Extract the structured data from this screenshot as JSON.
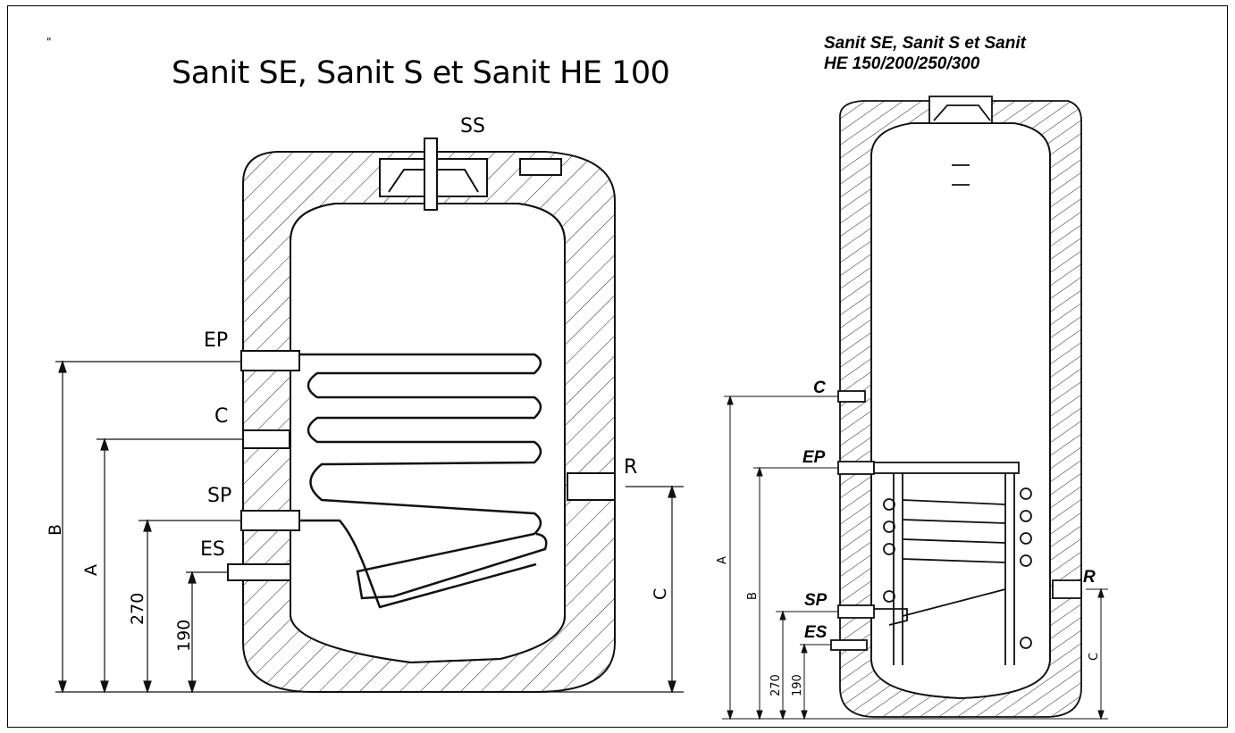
{
  "mark": "\"",
  "left_diagram": {
    "title": "Sanit SE, Sanit S et Sanit HE 100",
    "labels": {
      "ss": "SS",
      "ep": "EP",
      "c": "C",
      "sp": "SP",
      "es": "ES",
      "r": "R"
    },
    "dimensions": {
      "b": "B",
      "a": "A",
      "d270": "270",
      "d190": "190",
      "c": "C"
    }
  },
  "right_diagram": {
    "title_line1": "Sanit SE, Sanit S et Sanit",
    "title_line2": "HE 150/200/250/300",
    "labels": {
      "c": "C",
      "ep": "EP",
      "sp": "SP",
      "es": "ES",
      "r": "R"
    },
    "dimensions": {
      "a": "A",
      "b": "B",
      "d270": "270",
      "d190": "190",
      "c": "C"
    }
  }
}
